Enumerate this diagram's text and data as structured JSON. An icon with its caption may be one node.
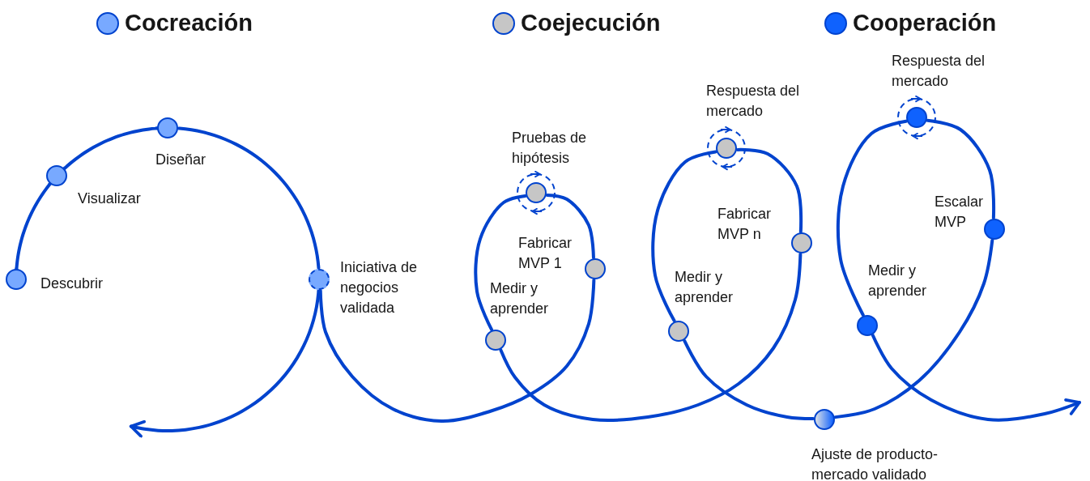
{
  "diagram": {
    "nodes": [
      {
        "text": [
          "Descubrir"
        ]
      },
      {
        "text": [
          "Visualizar"
        ]
      },
      {
        "text": [
          "Diseñar"
        ]
      },
      {
        "text": [
          "Iniciativa de negocios validada"
        ]
      },
      {
        "text": [
          "Fabricar MVP 1"
        ]
      },
      {
        "text": [
          "Pruebas de hipótesis"
        ]
      },
      {
        "text": [
          "Medir y aprender"
        ]
      },
      {
        "text": [
          "Fabricar MVP n"
        ]
      },
      {
        "text": [
          "Respuesta del mercado"
        ]
      },
      {
        "text": [
          "Medir y aprender"
        ]
      },
      {
        "text": [
          "Ajuste de producto-mercado validado"
        ]
      },
      {
        "text": [
          "Escalar MVP"
        ]
      },
      {
        "text": [
          "Respuesta del mercado"
        ]
      },
      {
        "text": [
          "Medir y aprender"
        ]
      }
    ],
    "edges": [
      {
        "from": 0,
        "to": 1,
        "arrow": "none"
      },
      {
        "from": 1,
        "to": 2,
        "arrow": "none"
      },
      {
        "from": 2,
        "to": 3,
        "arrow": "none"
      },
      {
        "from": 3,
        "to": null,
        "arrow": "to"
      },
      {
        "from": 3,
        "to": 4,
        "arrow": "none"
      },
      {
        "from": 4,
        "to": 5,
        "arrow": "none"
      },
      {
        "from": 5,
        "to": 6,
        "arrow": "none"
      },
      {
        "from": 6,
        "to": 7,
        "arrow": "none"
      },
      {
        "from": 7,
        "to": 8,
        "arrow": "none"
      },
      {
        "from": 8,
        "to": 9,
        "arrow": "none"
      },
      {
        "from": 9,
        "to": 10,
        "arrow": "none"
      },
      {
        "from": 10,
        "to": 11,
        "arrow": "none"
      },
      {
        "from": 11,
        "to": 12,
        "arrow": "none"
      },
      {
        "from": 12,
        "to": 13,
        "arrow": "none"
      },
      {
        "from": 13,
        "to": null,
        "arrow": "to"
      }
    ],
    "legend": [
      {
        "text": "Cocreación",
        "color": "#78a9ff"
      },
      {
        "text": "Coejecución",
        "color": "#c6c6c6"
      },
      {
        "text": "Cooperación",
        "color": "#0f62fe"
      }
    ]
  }
}
